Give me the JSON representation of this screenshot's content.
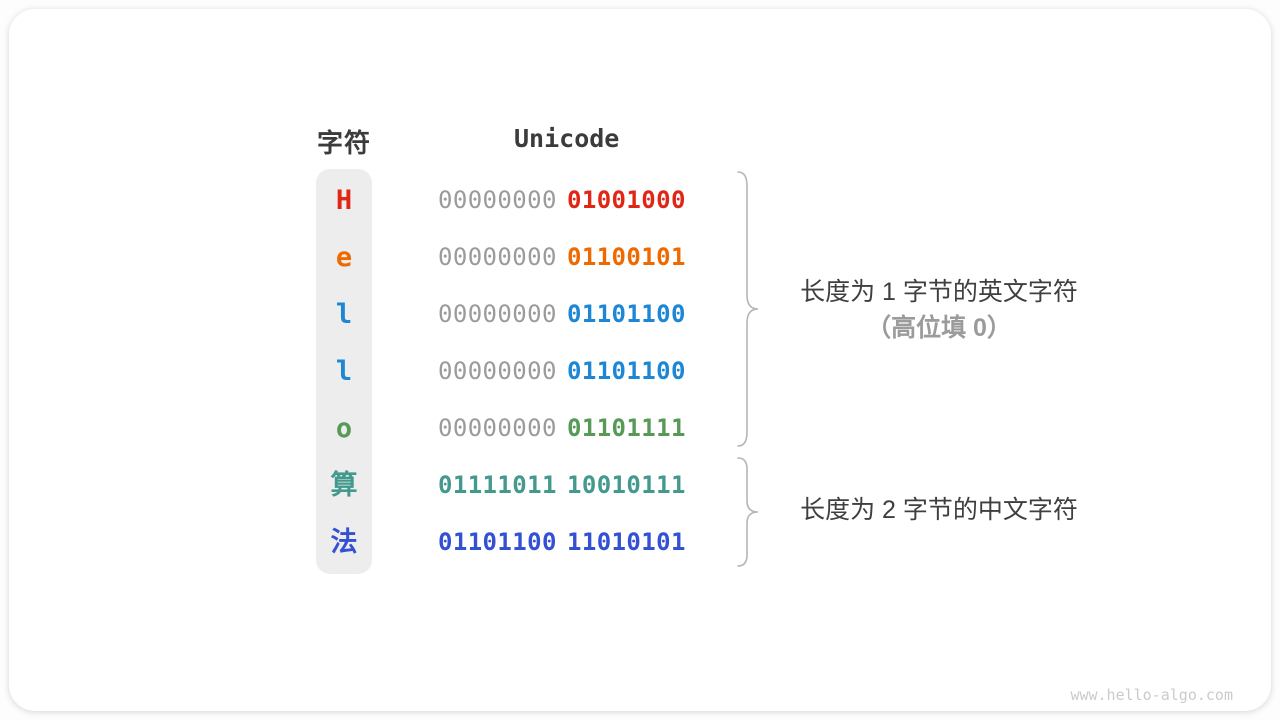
{
  "header": {
    "char_col": "字符",
    "unicode_col": "Unicode"
  },
  "rows": [
    {
      "char": "H",
      "color": "#e02614",
      "high": "00000000",
      "high_color": "#9b9b9b",
      "high_weight": "400",
      "low": "01001000",
      "low_color": "#e02614"
    },
    {
      "char": "e",
      "color": "#ee6a00",
      "high": "00000000",
      "high_color": "#9b9b9b",
      "high_weight": "400",
      "low": "01100101",
      "low_color": "#ee6a00"
    },
    {
      "char": "l",
      "color": "#1e87d5",
      "high": "00000000",
      "high_color": "#9b9b9b",
      "high_weight": "400",
      "low": "01101100",
      "low_color": "#1e87d5"
    },
    {
      "char": "l",
      "color": "#1e87d5",
      "high": "00000000",
      "high_color": "#9b9b9b",
      "high_weight": "400",
      "low": "01101100",
      "low_color": "#1e87d5"
    },
    {
      "char": "o",
      "color": "#569a56",
      "high": "00000000",
      "high_color": "#9b9b9b",
      "high_weight": "400",
      "low": "01101111",
      "low_color": "#569a56"
    },
    {
      "char": "算",
      "color": "#43998e",
      "high": "01111011",
      "high_color": "#43998e",
      "high_weight": "700",
      "low": "10010111",
      "low_color": "#43998e"
    },
    {
      "char": "法",
      "color": "#3351d2",
      "high": "01101100",
      "high_color": "#3351d2",
      "high_weight": "700",
      "low": "11010101",
      "low_color": "#3351d2"
    }
  ],
  "annotations": {
    "english": {
      "line1": "长度为 1 字节的英文字符",
      "line2": "（高位填 0）"
    },
    "chinese": {
      "line1": "长度为 2 字节的中文字符"
    }
  },
  "watermark": "www.hello-algo.com",
  "colors": {
    "brace": "#b5b5b5",
    "heading_text": "#3b3b3b",
    "char_column_bg": "#ededed"
  }
}
